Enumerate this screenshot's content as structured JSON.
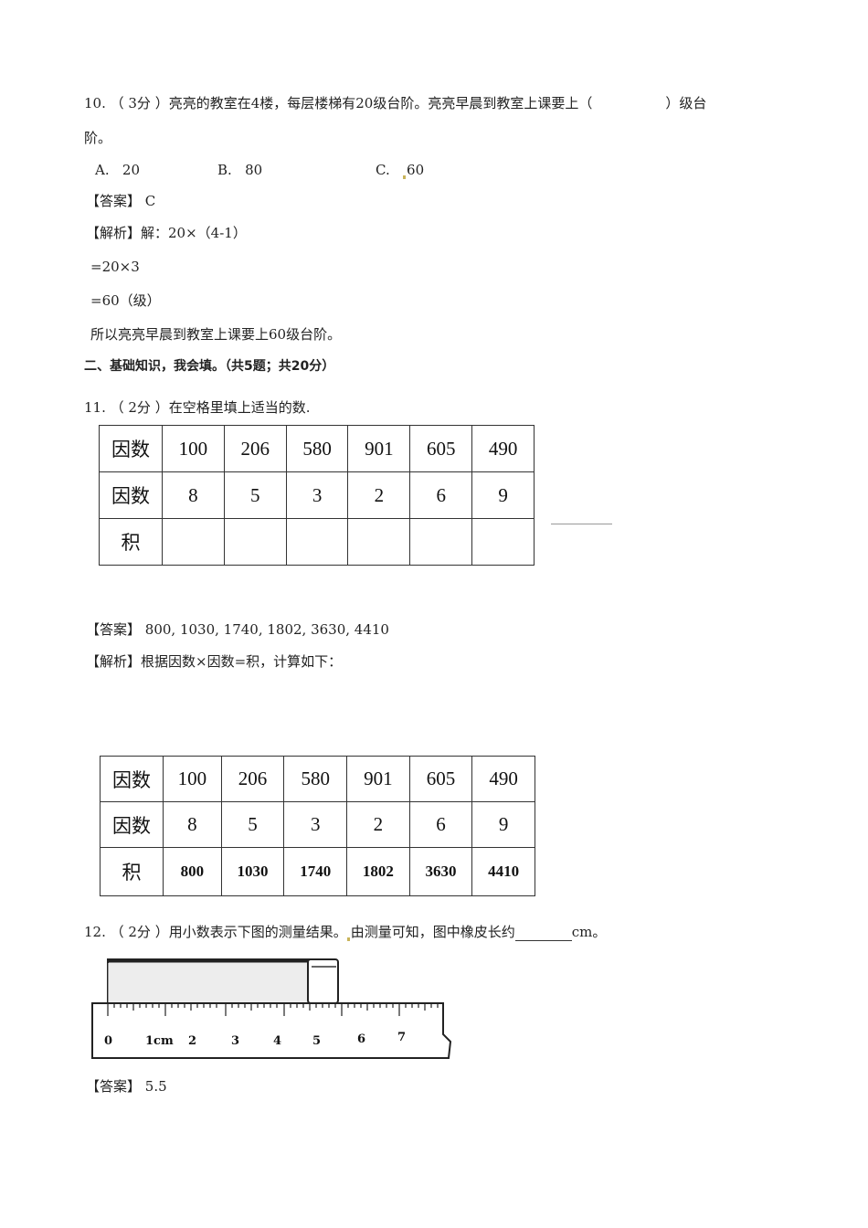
{
  "q10": {
    "stem_line1_prefix": "10. （ 3分 ）亮亮的教室在4楼，每层楼梯有20级台阶。亮亮早晨到教室上课要上（",
    "stem_line1_suffix": "）级台",
    "stem_line2": "阶。",
    "options": [
      {
        "letter": "A.",
        "value": "20"
      },
      {
        "letter": "B.",
        "value": "80"
      },
      {
        "letter": "C.",
        "value": "60"
      }
    ],
    "answer_label": "【答案】",
    "answer": "C",
    "analysis_label": "【解析】",
    "analysis_lines": [
      "解：20×（4-1）",
      "=20×3",
      "=60（级）",
      "所以亮亮早晨到教室上课要上60级台阶。"
    ]
  },
  "section2": {
    "heading": "二、基础知识，我会填。（共5题；共20分）"
  },
  "q11": {
    "stem": "11. （ 2分 ）在空格里填上适当的数.",
    "table": {
      "row_labels": [
        "因数",
        "因数",
        "积"
      ],
      "factor1": [
        "100",
        "206",
        "580",
        "901",
        "605",
        "490"
      ],
      "factor2": [
        "8",
        "5",
        "3",
        "2",
        "6",
        "9"
      ],
      "product": [
        "",
        "",
        "",
        "",
        "",
        ""
      ]
    },
    "answer_label": "【答案】",
    "answer": "800, 1030, 1740, 1802, 3630, 4410",
    "analysis_label": "【解析】",
    "analysis": "根据因数×因数=积，计算如下：",
    "solution_table": {
      "row_labels": [
        "因数",
        "因数",
        "积"
      ],
      "factor1": [
        "100",
        "206",
        "580",
        "901",
        "605",
        "490"
      ],
      "factor2": [
        "8",
        "5",
        "3",
        "2",
        "6",
        "9"
      ],
      "product": [
        "800",
        "1030",
        "1740",
        "1802",
        "3630",
        "4410"
      ]
    }
  },
  "q12": {
    "stem_prefix": "12. （ 2分 ）用小数表示下图的测量结果。",
    "stem_mid": "由测量可知，图中橡皮长约",
    "stem_suffix": "cm。",
    "ruler_labels": [
      "0",
      "1cm",
      "2",
      "3",
      "4",
      "5",
      "6",
      "7"
    ],
    "answer_label": "【答案】",
    "answer": "5.5"
  }
}
